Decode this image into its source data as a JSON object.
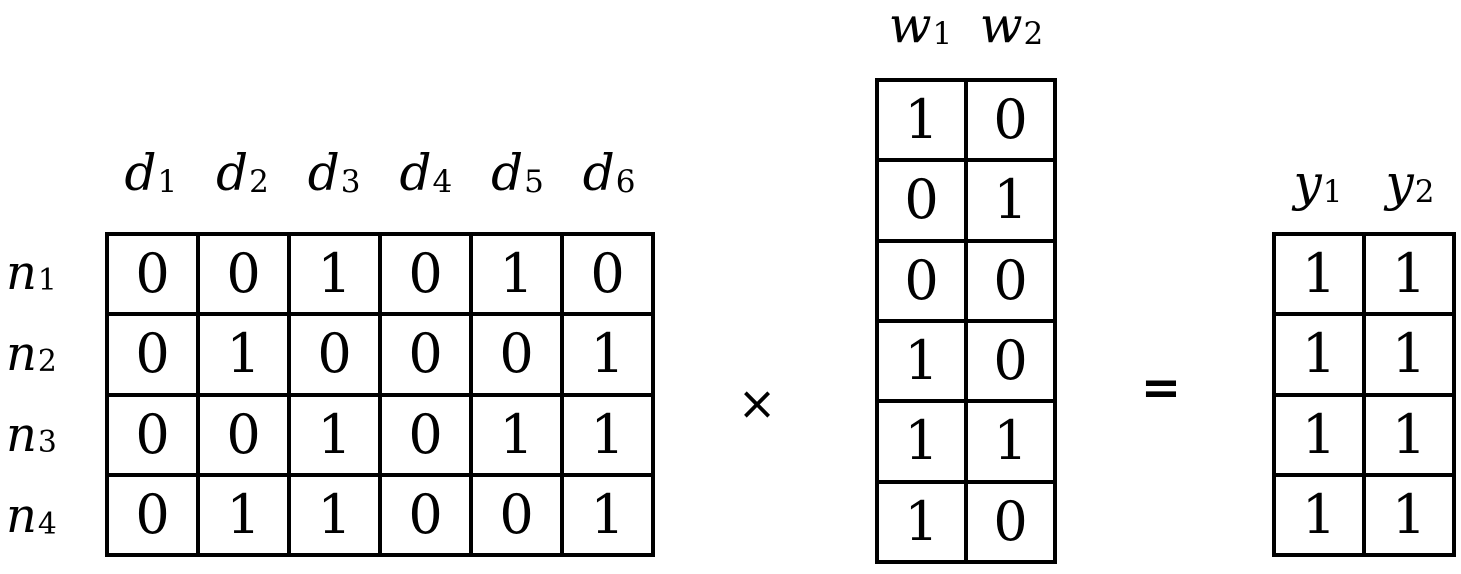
{
  "figure": {
    "description_visible": false
  },
  "operators": {
    "multiply": "×",
    "equals": "="
  },
  "left_matrix": {
    "row_labels": [
      {
        "base": "n",
        "sub": "1"
      },
      {
        "base": "n",
        "sub": "2"
      },
      {
        "base": "n",
        "sub": "3"
      },
      {
        "base": "n",
        "sub": "4"
      }
    ],
    "col_labels": [
      {
        "base": "d",
        "sub": "1"
      },
      {
        "base": "d",
        "sub": "2"
      },
      {
        "base": "d",
        "sub": "3"
      },
      {
        "base": "d",
        "sub": "4"
      },
      {
        "base": "d",
        "sub": "5"
      },
      {
        "base": "d",
        "sub": "6"
      }
    ],
    "rows": [
      [
        0,
        0,
        1,
        0,
        1,
        0
      ],
      [
        0,
        1,
        0,
        0,
        0,
        1
      ],
      [
        0,
        0,
        1,
        0,
        1,
        1
      ],
      [
        0,
        1,
        1,
        0,
        0,
        1
      ]
    ]
  },
  "middle_matrix": {
    "col_labels": [
      {
        "base": "w",
        "sub": "1"
      },
      {
        "base": "w",
        "sub": "2"
      }
    ],
    "rows": [
      [
        1,
        0
      ],
      [
        0,
        1
      ],
      [
        0,
        0
      ],
      [
        1,
        0
      ],
      [
        1,
        1
      ],
      [
        1,
        0
      ]
    ]
  },
  "result_matrix": {
    "col_labels": [
      {
        "base": "y",
        "sub": "1"
      },
      {
        "base": "y",
        "sub": "2"
      }
    ],
    "rows": [
      [
        1,
        1
      ],
      [
        1,
        1
      ],
      [
        1,
        1
      ],
      [
        1,
        1
      ]
    ]
  }
}
